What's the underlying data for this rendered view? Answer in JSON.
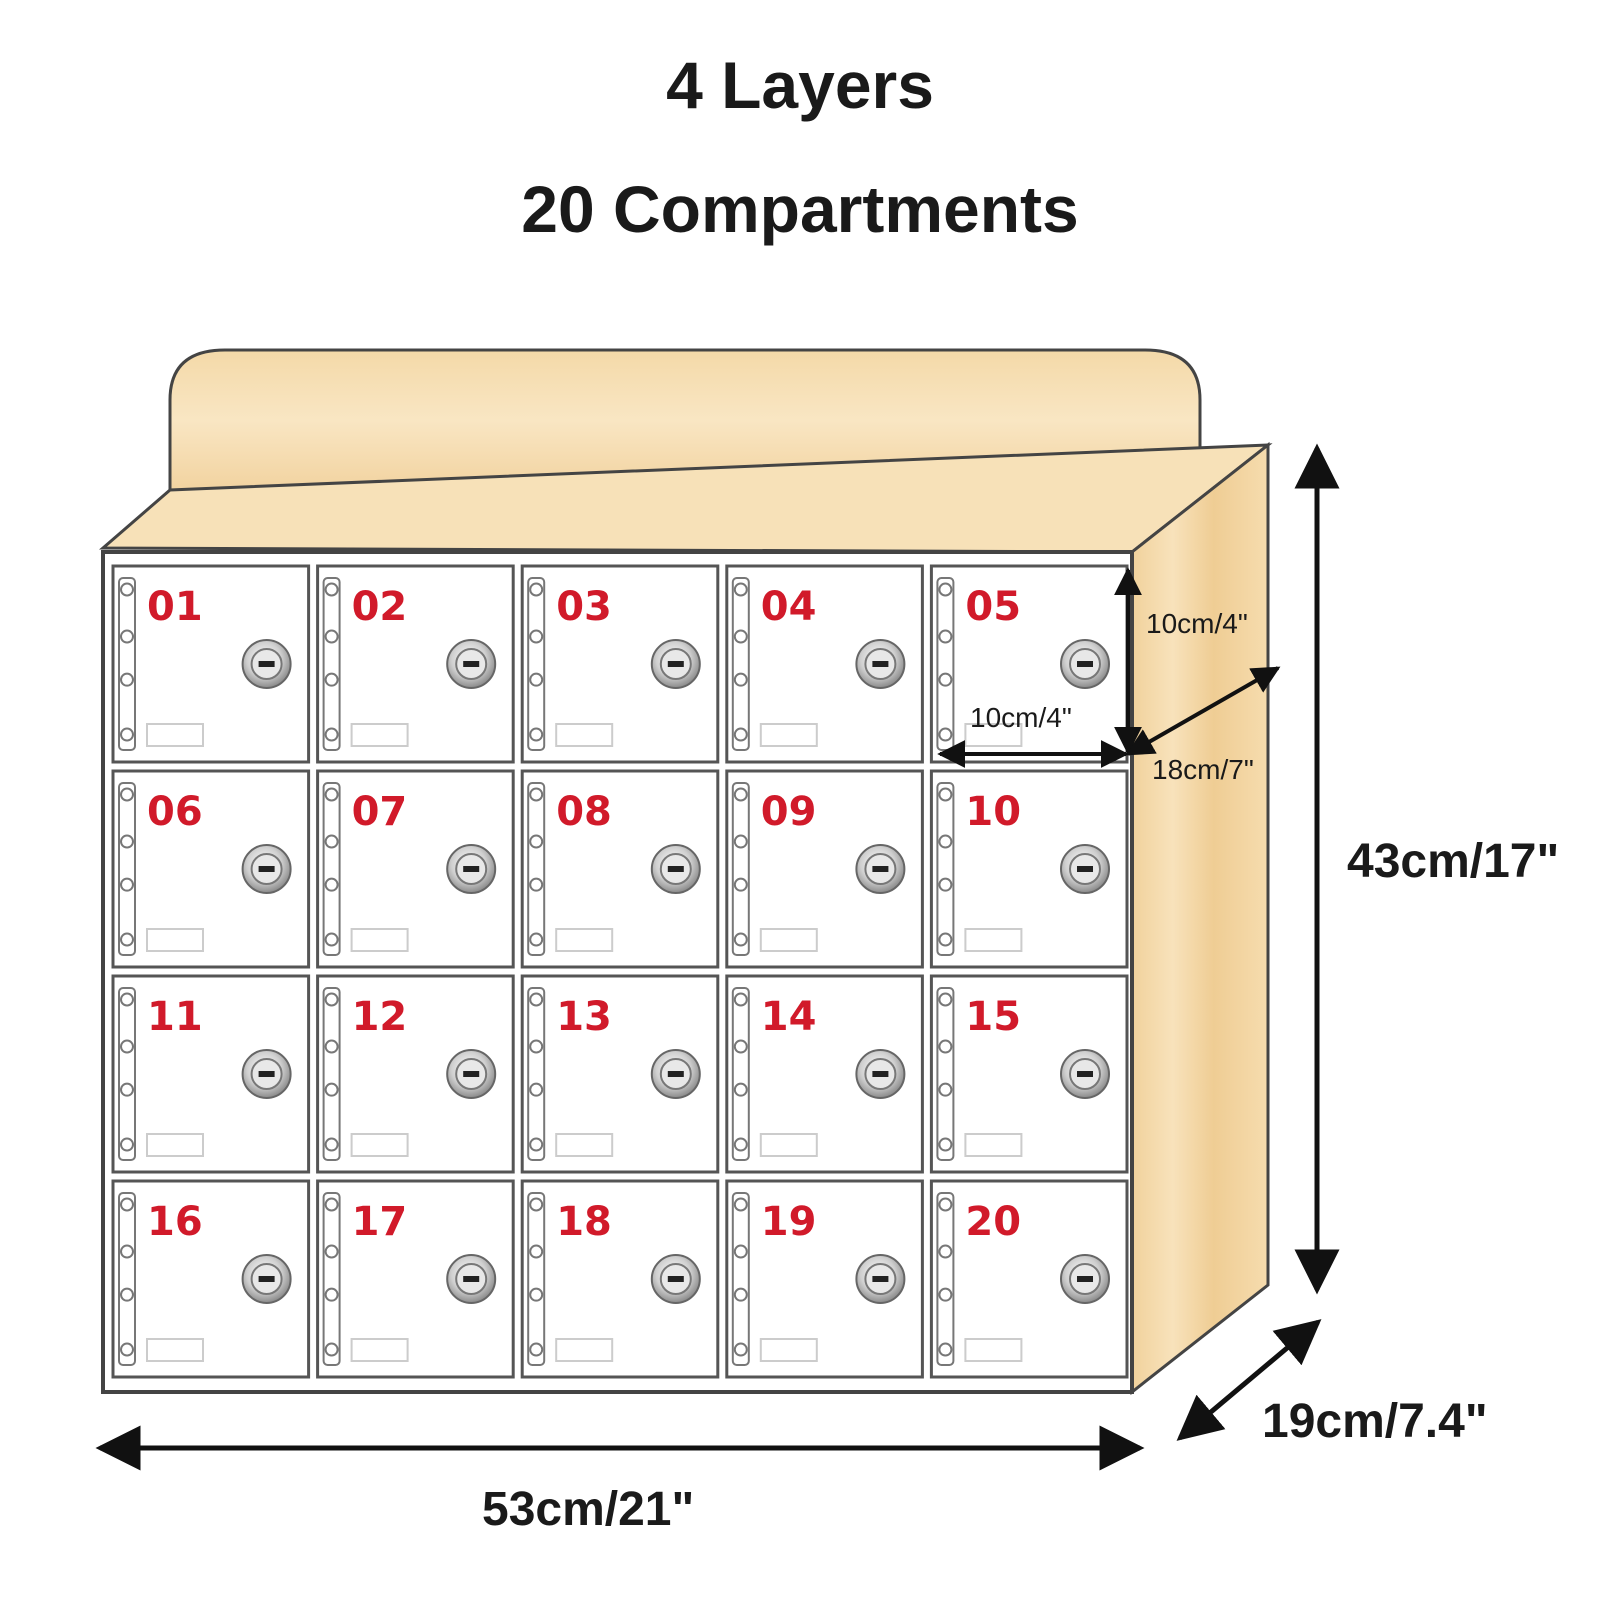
{
  "header": {
    "title_layers": "4 Layers",
    "title_compartments": "20 Compartments"
  },
  "dimensions": {
    "overall_width": "53cm/21\"",
    "overall_height": "43cm/17\"",
    "overall_depth": "19cm/7.4\"",
    "compartment_height": "10cm/4\"",
    "compartment_width": "10cm/4\"",
    "compartment_depth": "18cm/7\""
  },
  "cabinet": {
    "rows": 4,
    "columns": 5,
    "compartment_numbers": [
      "01",
      "02",
      "03",
      "04",
      "05",
      "06",
      "07",
      "08",
      "09",
      "10",
      "11",
      "12",
      "13",
      "14",
      "15",
      "16",
      "17",
      "18",
      "19",
      "20"
    ]
  },
  "colors": {
    "wood": "#f7dfb4",
    "wood_dark": "#ecc98e",
    "door_border": "#555555",
    "number": "#d11a2a",
    "arrow": "#111111"
  },
  "icons": {
    "lock": "lock-icon",
    "hinge": "hinge-icon",
    "label_slot": "label-slot-icon"
  }
}
